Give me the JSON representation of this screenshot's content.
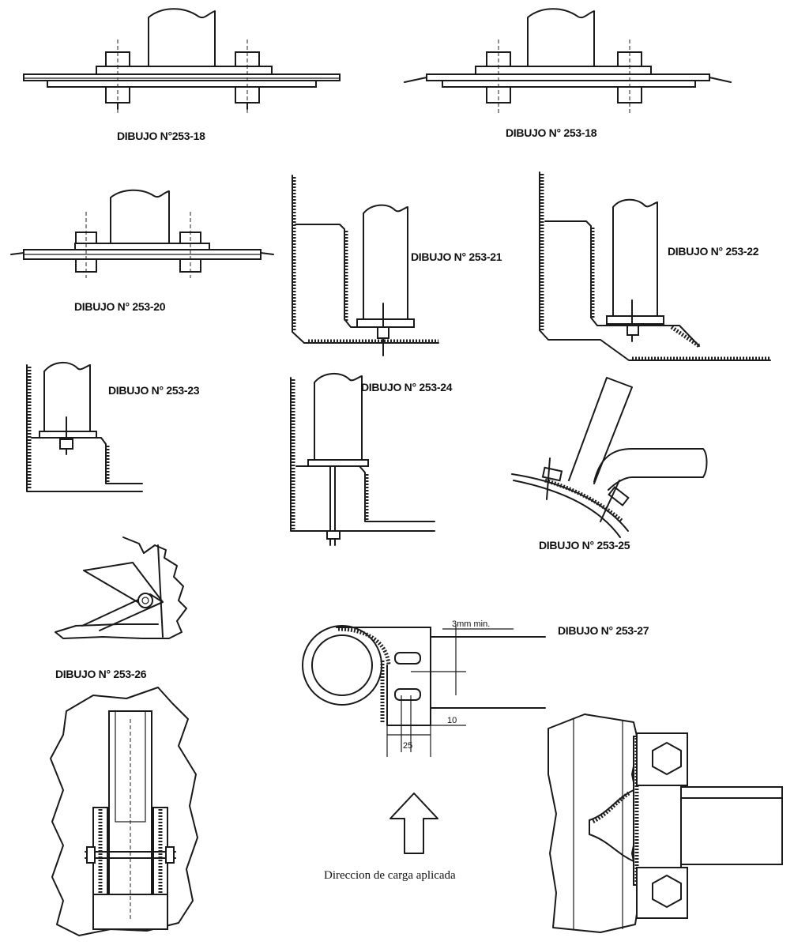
{
  "captions": {
    "d18a": "DIBUJO N°253-18",
    "d18b": "DIBUJO N° 253-18",
    "d20": "DIBUJO N° 253-20",
    "d21": "DIBUJO N° 253-21",
    "d22": "DIBUJO N° 253-22",
    "d23": "DIBUJO N° 253-23",
    "d24": "DIBUJO N° 253-24",
    "d25": "DIBUJO N° 253-25",
    "d26": "DIBUJO N° 253-26",
    "d27": "DIBUJO N° 253-27"
  },
  "dimensions": {
    "gap": "3mm min.",
    "offset": "10",
    "width": "25"
  },
  "load_note": "Direccion de carga aplicada"
}
